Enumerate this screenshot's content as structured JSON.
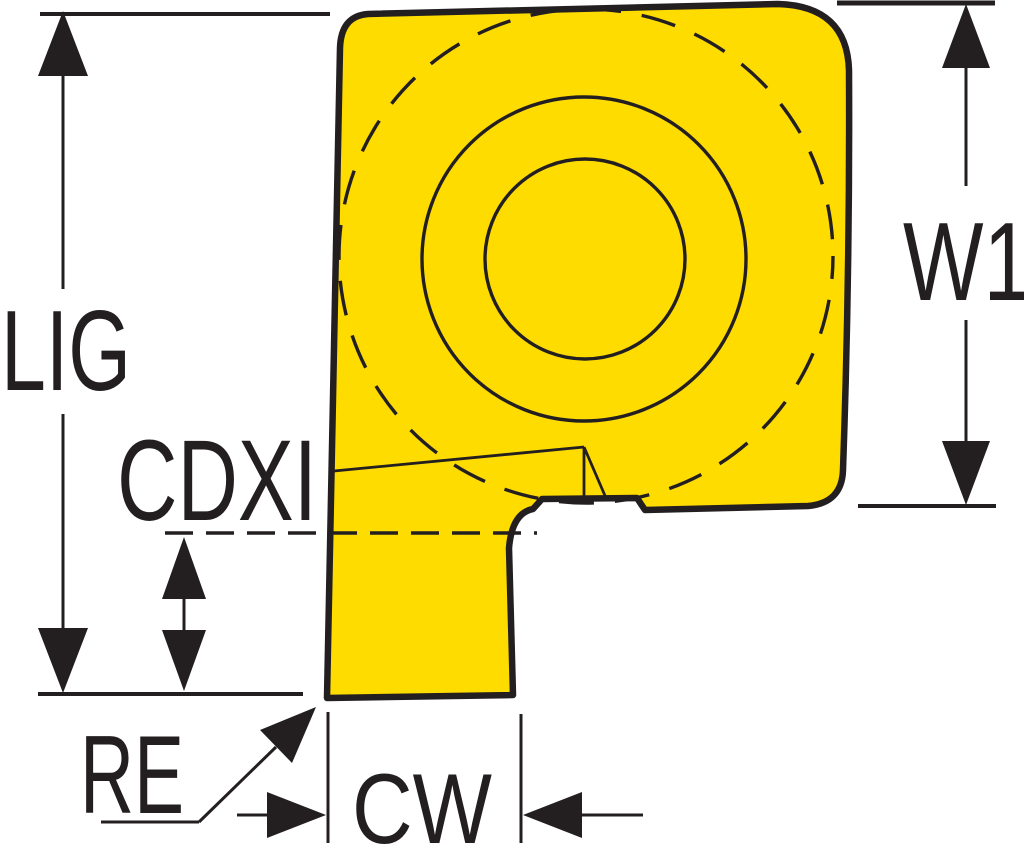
{
  "diagram": {
    "labels": {
      "height": "LIG",
      "edge_height": "CDXI",
      "width1": "W1",
      "corner_radius": "RE",
      "cut_width": "CW"
    },
    "colors": {
      "insert_fill": "#FFDC00",
      "hole_fill": "#FFFFFF",
      "line": "#231F20",
      "background": "#FFFFFF"
    }
  }
}
